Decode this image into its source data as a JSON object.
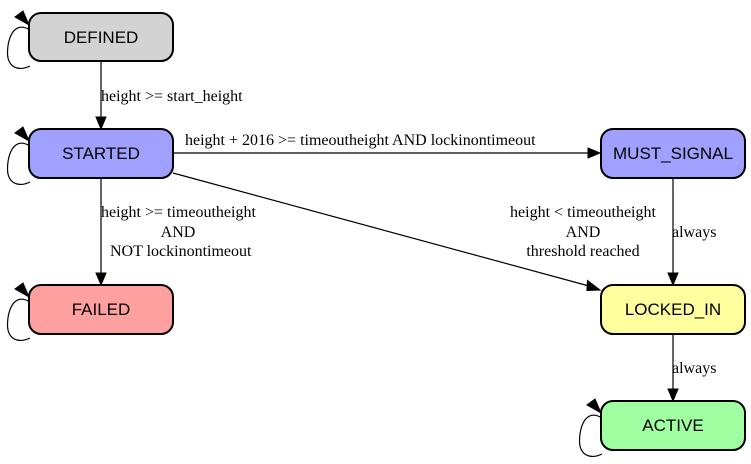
{
  "states": {
    "defined": {
      "label": "DEFINED",
      "color": "#d3d3d3"
    },
    "started": {
      "label": "STARTED",
      "color": "#a0a0ff"
    },
    "must_signal": {
      "label": "MUST_SIGNAL",
      "color": "#a0a0ff"
    },
    "failed": {
      "label": "FAILED",
      "color": "#ffa0a0"
    },
    "locked_in": {
      "label": "LOCKED_IN",
      "color": "#ffffa0"
    },
    "active": {
      "label": "ACTIVE",
      "color": "#a0ffa0"
    }
  },
  "transitions": {
    "defined_to_started": {
      "label": "height >= start_height"
    },
    "started_to_must_signal": {
      "label": "height + 2016 >= timeoutheight AND lockinontimeout"
    },
    "started_to_failed": {
      "line1": "height >= timeoutheight",
      "line2": "AND",
      "line3": "NOT lockinontimeout"
    },
    "started_to_locked_in": {
      "line1": "height < timeoutheight",
      "line2": "AND",
      "line3": "threshold reached"
    },
    "must_signal_to_locked_in": {
      "label": "always"
    },
    "locked_in_to_active": {
      "label": "always"
    }
  }
}
